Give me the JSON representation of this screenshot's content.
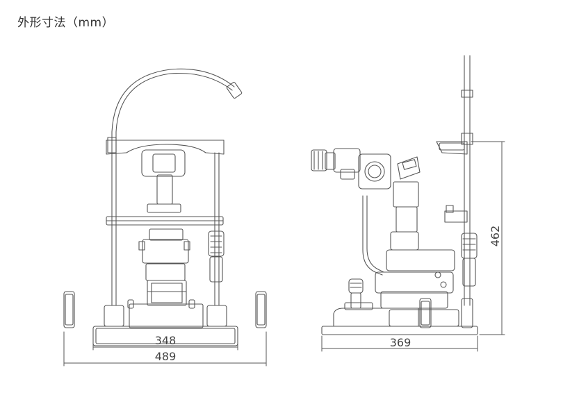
{
  "title": "外形寸法（mm）",
  "front_view": {
    "inner_width": "348",
    "overall_width": "489"
  },
  "side_view": {
    "depth": "369",
    "height": "462"
  }
}
